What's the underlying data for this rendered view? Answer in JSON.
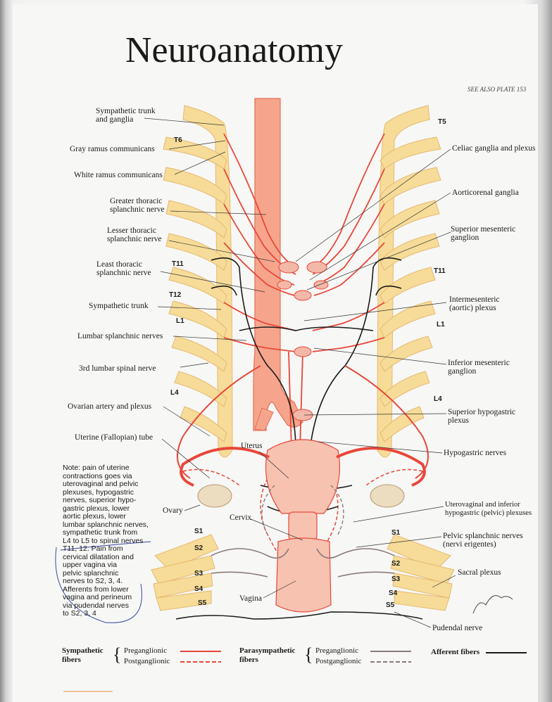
{
  "title": "Neuroanatomy",
  "see_also": "SEE ALSO PLATE 153",
  "labels": [
    {
      "text": "Sympathetic trunk\nand ganglia"
    },
    {
      "text": "Gray ramus communicans"
    },
    {
      "text": "White ramus communicans"
    },
    {
      "text": "Greater thoracic\nsplanchnic nerve"
    },
    {
      "text": "Lesser thoracic\nsplanchnic nerve"
    },
    {
      "text": "Least thoracic\nsplanchnic nerve"
    },
    {
      "text": "Sympathetic trunk"
    },
    {
      "text": "Lumbar splanchnic nerves"
    },
    {
      "text": "3rd lumbar spinal nerve"
    },
    {
      "text": "Ovarian artery and plexus"
    },
    {
      "text": "Uterine (Fallopian) tube"
    },
    {
      "text": "Uterus"
    },
    {
      "text": "Ovary"
    },
    {
      "text": "Cervix"
    },
    {
      "text": "Vagina"
    },
    {
      "text": "Celiac ganglia and plexus"
    },
    {
      "text": "Aorticorenal ganglia"
    },
    {
      "text": "Superior mesenteric\nganglion"
    },
    {
      "text": "Intermesenteric\n(aortic) plexus"
    },
    {
      "text": "Inferior mesenteric\nganglion"
    },
    {
      "text": "Superior hypogastric\nplexus"
    },
    {
      "text": "Hypogastric nerves"
    },
    {
      "text": "Uterovaginal and inferior\nhypogastric (pelvic) plexuses"
    },
    {
      "text": "Pelvic splanchnic nerves\n(nervi erigentes)"
    },
    {
      "text": "Sacral plexus"
    },
    {
      "text": "Pudendal nerve"
    }
  ],
  "segments": [
    "T5",
    "T6",
    "T11",
    "T11",
    "T12",
    "L1",
    "L1",
    "L4",
    "L4",
    "S1",
    "S1",
    "S2",
    "S2",
    "S3",
    "S3",
    "S4",
    "S4",
    "S5",
    "S5"
  ],
  "note": "Note: pain of uterine\ncontractions goes via\nuterovaginal and pelvic\nplexuses, hypogastric\nnerves, superior hypo-\ngastric plexus, lower\naortic plexus, lower\nlumbar splanchnic nerves,\nsympathetic trunk from\nL4 to L5 to spinal nerves\nT11, 12. Pain from\ncervical dilatation and\nupper vagina via\npelvic splanchnic\nnerves to S2, 3, 4.\nAfferents from lower\nvagina and perineum\nvia pudendal nerves\nto S2, 3, 4",
  "legend": {
    "sympathetic": "Sympathetic\nfibers",
    "parasympathetic": "Parasympathetic\nfibers",
    "preganglionic": "Preganglionic",
    "postganglionic": "Postganglionic",
    "afferent": "Afferent fibers"
  },
  "colors": {
    "nerve_red": "#e8473a",
    "nerve_pink": "#f4b8a8",
    "afferent_black": "#1a1a1a",
    "ganglia_yellow": "#f6dc98",
    "ganglia_outline": "#e6b870",
    "parasym_gray": "#8a7a7a"
  }
}
